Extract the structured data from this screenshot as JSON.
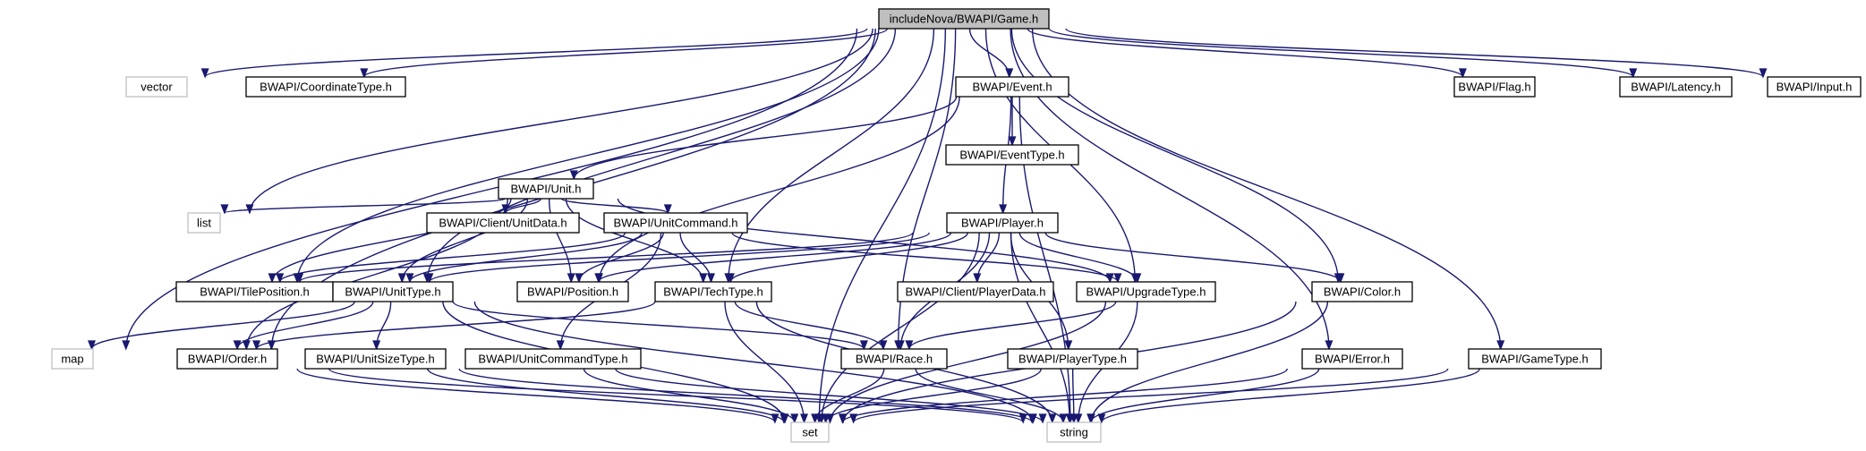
{
  "colors": {
    "edge": "#191970",
    "node_border": "#000000",
    "external_border": "#bfbfbf",
    "root_fill": "#bfbfbf",
    "node_fill": "#ffffff"
  },
  "diagram": {
    "nodes": [
      {
        "id": "game",
        "label": "includeNova/BWAPI/Game.h",
        "kind": "root"
      },
      {
        "id": "vector",
        "label": "vector",
        "kind": "external"
      },
      {
        "id": "coordtype",
        "label": "BWAPI/CoordinateType.h",
        "kind": "header"
      },
      {
        "id": "event",
        "label": "BWAPI/Event.h",
        "kind": "header"
      },
      {
        "id": "flag",
        "label": "BWAPI/Flag.h",
        "kind": "header"
      },
      {
        "id": "latency",
        "label": "BWAPI/Latency.h",
        "kind": "header"
      },
      {
        "id": "input",
        "label": "BWAPI/Input.h",
        "kind": "header"
      },
      {
        "id": "unit",
        "label": "BWAPI/Unit.h",
        "kind": "header"
      },
      {
        "id": "eventtype",
        "label": "BWAPI/EventType.h",
        "kind": "header"
      },
      {
        "id": "list",
        "label": "list",
        "kind": "external"
      },
      {
        "id": "unitdata",
        "label": "BWAPI/Client/UnitData.h",
        "kind": "header"
      },
      {
        "id": "unitcommand",
        "label": "BWAPI/UnitCommand.h",
        "kind": "header"
      },
      {
        "id": "player",
        "label": "BWAPI/Player.h",
        "kind": "header"
      },
      {
        "id": "tileposition",
        "label": "BWAPI/TilePosition.h",
        "kind": "header"
      },
      {
        "id": "unittype",
        "label": "BWAPI/UnitType.h",
        "kind": "header"
      },
      {
        "id": "position",
        "label": "BWAPI/Position.h",
        "kind": "header"
      },
      {
        "id": "techtype",
        "label": "BWAPI/TechType.h",
        "kind": "header"
      },
      {
        "id": "playerdata",
        "label": "BWAPI/Client/PlayerData.h",
        "kind": "header"
      },
      {
        "id": "upgradetype",
        "label": "BWAPI/UpgradeType.h",
        "kind": "header"
      },
      {
        "id": "color",
        "label": "BWAPI/Color.h",
        "kind": "header"
      },
      {
        "id": "map",
        "label": "map",
        "kind": "external"
      },
      {
        "id": "order",
        "label": "BWAPI/Order.h",
        "kind": "header"
      },
      {
        "id": "unitsizetype",
        "label": "BWAPI/UnitSizeType.h",
        "kind": "header"
      },
      {
        "id": "unitcommandtype",
        "label": "BWAPI/UnitCommandType.h",
        "kind": "header"
      },
      {
        "id": "race",
        "label": "BWAPI/Race.h",
        "kind": "header"
      },
      {
        "id": "playertype",
        "label": "BWAPI/PlayerType.h",
        "kind": "header"
      },
      {
        "id": "error",
        "label": "BWAPI/Error.h",
        "kind": "header"
      },
      {
        "id": "gametype",
        "label": "BWAPI/GameType.h",
        "kind": "header"
      },
      {
        "id": "set",
        "label": "set",
        "kind": "external"
      },
      {
        "id": "string",
        "label": "string",
        "kind": "external"
      }
    ],
    "edges": [
      [
        "game",
        "vector"
      ],
      [
        "game",
        "coordtype"
      ],
      [
        "game",
        "event"
      ],
      [
        "game",
        "flag"
      ],
      [
        "game",
        "latency"
      ],
      [
        "game",
        "input"
      ],
      [
        "game",
        "list"
      ],
      [
        "game",
        "map"
      ],
      [
        "game",
        "set"
      ],
      [
        "game",
        "order"
      ],
      [
        "game",
        "tileposition"
      ],
      [
        "game",
        "unittype"
      ],
      [
        "game",
        "techtype"
      ],
      [
        "game",
        "upgradetype"
      ],
      [
        "game",
        "race"
      ],
      [
        "game",
        "color"
      ],
      [
        "game",
        "error"
      ],
      [
        "game",
        "gametype"
      ],
      [
        "event",
        "unit"
      ],
      [
        "event",
        "eventtype"
      ],
      [
        "event",
        "player"
      ],
      [
        "event",
        "position"
      ],
      [
        "event",
        "string"
      ],
      [
        "unit",
        "list"
      ],
      [
        "unit",
        "unitdata"
      ],
      [
        "unit",
        "unitcommand"
      ],
      [
        "unit",
        "tileposition"
      ],
      [
        "unit",
        "unittype"
      ],
      [
        "unit",
        "position"
      ],
      [
        "unit",
        "techtype"
      ],
      [
        "unit",
        "upgradetype"
      ],
      [
        "unit",
        "order"
      ],
      [
        "unitcommand",
        "tileposition"
      ],
      [
        "unitcommand",
        "position"
      ],
      [
        "unitcommand",
        "techtype"
      ],
      [
        "unitcommand",
        "unittype"
      ],
      [
        "unitcommand",
        "upgradetype"
      ],
      [
        "unitcommand",
        "unitcommandtype"
      ],
      [
        "player",
        "position"
      ],
      [
        "player",
        "tileposition"
      ],
      [
        "player",
        "unittype"
      ],
      [
        "player",
        "techtype"
      ],
      [
        "player",
        "playerdata"
      ],
      [
        "player",
        "upgradetype"
      ],
      [
        "player",
        "color"
      ],
      [
        "player",
        "race"
      ],
      [
        "player",
        "playertype"
      ],
      [
        "player",
        "set"
      ],
      [
        "player",
        "string"
      ],
      [
        "unittype",
        "map"
      ],
      [
        "unittype",
        "order"
      ],
      [
        "unittype",
        "unitsizetype"
      ],
      [
        "unittype",
        "race"
      ],
      [
        "unittype",
        "set"
      ],
      [
        "unittype",
        "string"
      ],
      [
        "techtype",
        "order"
      ],
      [
        "techtype",
        "race"
      ],
      [
        "techtype",
        "set"
      ],
      [
        "techtype",
        "string"
      ],
      [
        "upgradetype",
        "race"
      ],
      [
        "upgradetype",
        "set"
      ],
      [
        "upgradetype",
        "string"
      ],
      [
        "color",
        "set"
      ],
      [
        "color",
        "string"
      ],
      [
        "order",
        "set"
      ],
      [
        "order",
        "string"
      ],
      [
        "unitsizetype",
        "set"
      ],
      [
        "unitsizetype",
        "string"
      ],
      [
        "unitcommandtype",
        "set"
      ],
      [
        "unitcommandtype",
        "string"
      ],
      [
        "race",
        "set"
      ],
      [
        "race",
        "string"
      ],
      [
        "playertype",
        "set"
      ],
      [
        "playertype",
        "string"
      ],
      [
        "error",
        "set"
      ],
      [
        "error",
        "string"
      ],
      [
        "gametype",
        "set"
      ],
      [
        "gametype",
        "string"
      ]
    ]
  }
}
